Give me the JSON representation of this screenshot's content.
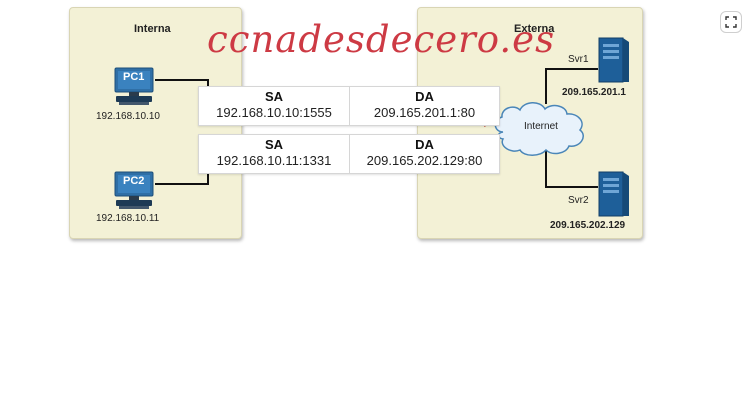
{
  "zones": {
    "internal": {
      "title": "Interna"
    },
    "external": {
      "title": "Externa"
    }
  },
  "watermark": "ccnadesdecero.es",
  "hosts": {
    "pc1": {
      "label": "PC1",
      "ip": "192.168.10.10"
    },
    "pc2": {
      "label": "PC2",
      "ip": "192.168.10.11"
    }
  },
  "servers": {
    "svr1": {
      "label": "Svr1",
      "ip": "209.165.201.1"
    },
    "svr2": {
      "label": "Svr2",
      "ip": "209.165.202.129"
    }
  },
  "cloud": {
    "label": "Internet"
  },
  "translation_rows": [
    {
      "sa_header": "SA",
      "sa": "192.168.10.10:1555",
      "da_header": "DA",
      "da": "209.165.201.1:80"
    },
    {
      "sa_header": "SA",
      "sa": "192.168.10.11:1331",
      "da_header": "DA",
      "da": "209.165.202.129:80"
    }
  ],
  "colors": {
    "zone_fill": "#f3f1d6",
    "line": "#111111",
    "pc_blue": "#2f6fa6",
    "server_blue": "#1e5f99",
    "cloud_fill": "#e8f2fb",
    "cloud_stroke": "#4a86b8",
    "watermark": "#cd3a44",
    "arrow_red": "#c0392b"
  },
  "icons": {
    "expand": "expand-icon",
    "pc": "desktop-pc-icon",
    "server": "server-tower-icon",
    "cloud": "cloud-icon"
  }
}
